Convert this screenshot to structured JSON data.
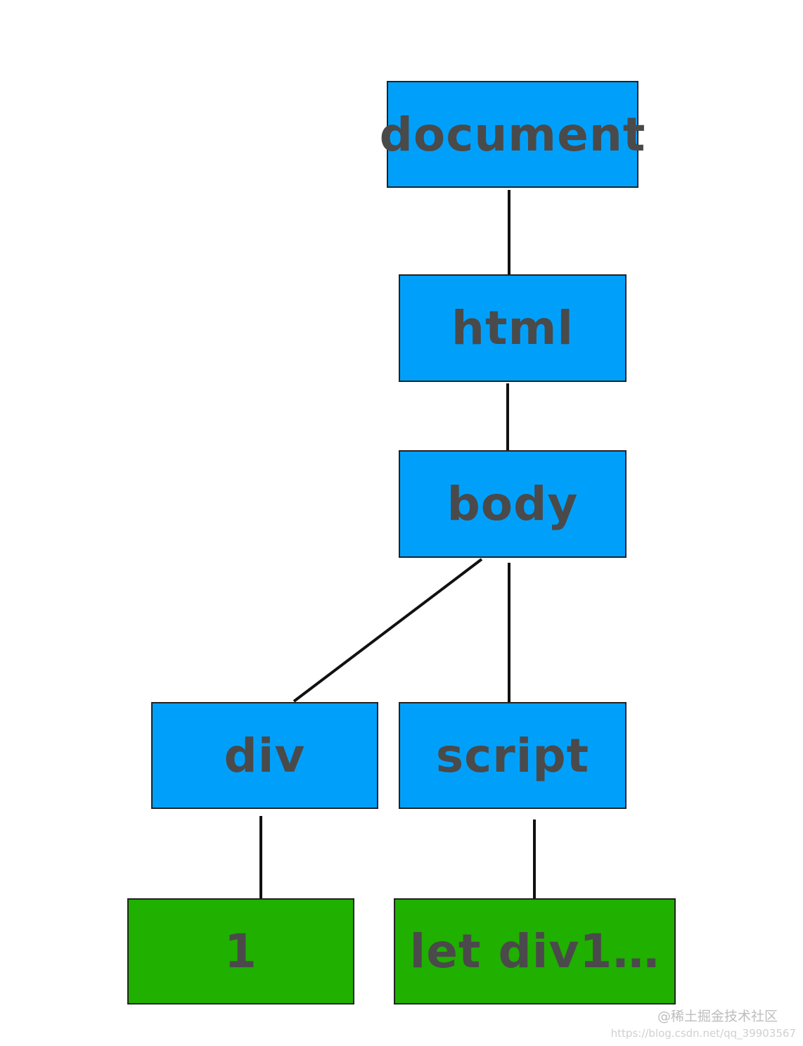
{
  "nodes": {
    "document": "document",
    "html": "html",
    "body": "body",
    "div": "div",
    "script": "script",
    "text_1": "1",
    "text_2": "let div1…"
  },
  "colors": {
    "element_node": "#00a0fa",
    "text_node": "#20b000",
    "edge": "#111111",
    "label": "#4a4a4a"
  },
  "watermark": {
    "line1": "@稀土掘金技术社区",
    "line2": "https://blog.csdn.net/qq_39903567"
  }
}
